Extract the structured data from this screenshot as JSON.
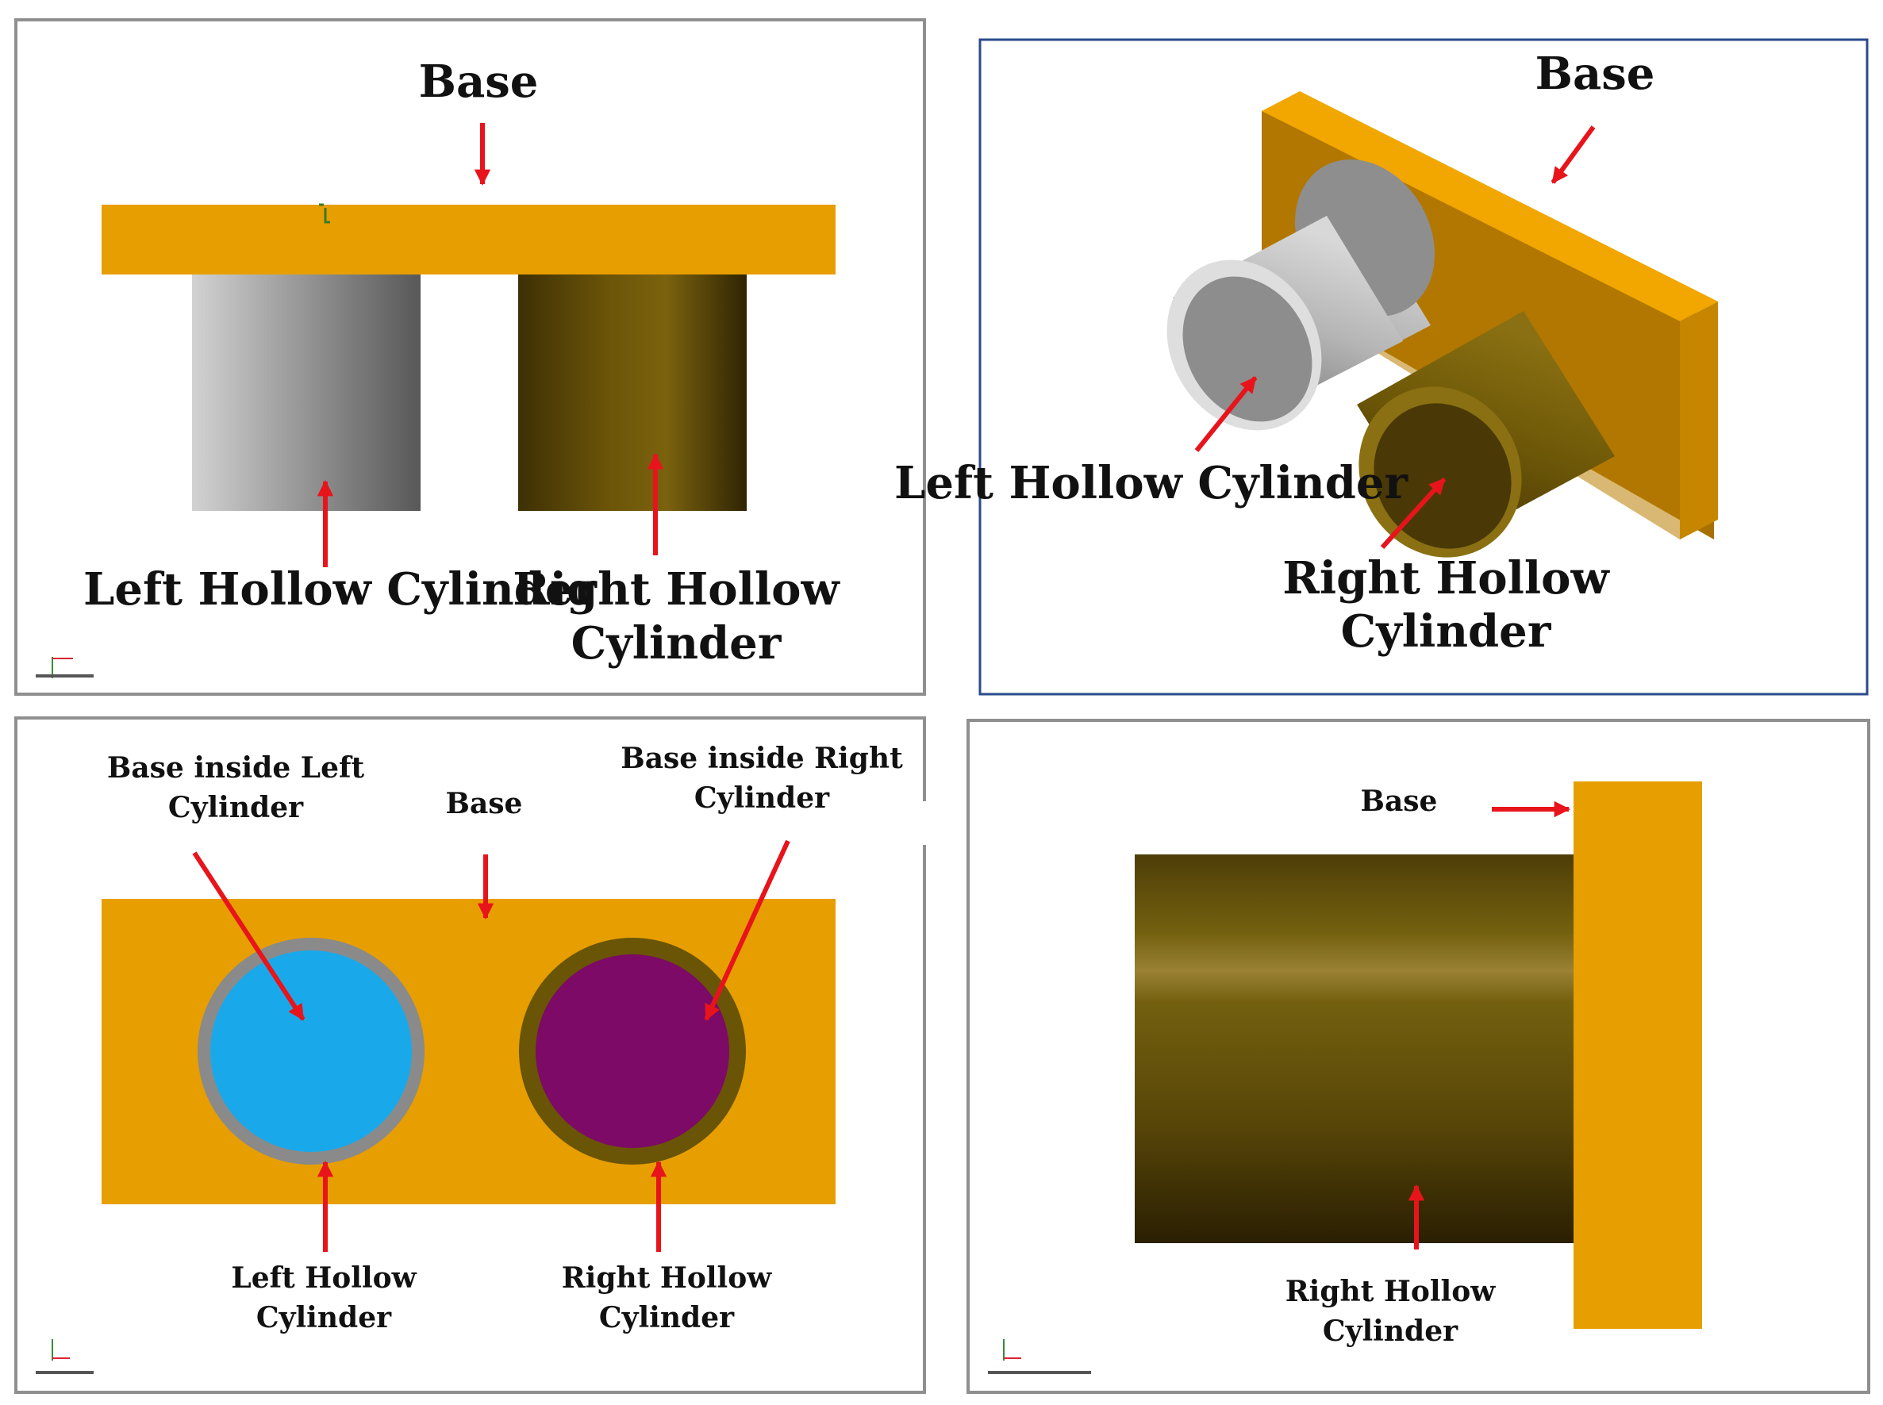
{
  "colors": {
    "base": "#e79e00",
    "arrow": "#e8141b",
    "left_cylinder": "#9a9a9a",
    "right_cylinder": "#6a5406",
    "base_inside_left": "#19a9ea",
    "base_inside_right": "#7c0a66",
    "panel_border": "#8f8f8f",
    "panel_border_blue": "#2a4a8a"
  },
  "panels": {
    "front": {
      "base": "Base",
      "left_cyl": "Left Hollow Cylinder",
      "right_cyl_line1": "Right Hollow",
      "right_cyl_line2": "Cylinder"
    },
    "iso": {
      "base": "Base",
      "left_cyl": "Left Hollow Cylinder",
      "right_cyl_line1": "Right Hollow",
      "right_cyl_line2": "Cylinder"
    },
    "bottom": {
      "base_in_left_line1": "Base inside Left",
      "base_in_left_line2": "Cylinder",
      "base": "Base",
      "base_in_right_line1": "Base inside Right",
      "base_in_right_line2": "Cylinder",
      "left_cyl_line1": "Left Hollow",
      "left_cyl_line2": "Cylinder",
      "right_cyl_line1": "Right Hollow",
      "right_cyl_line2": "Cylinder"
    },
    "side": {
      "base": "Base",
      "right_cyl_line1": "Right Hollow",
      "right_cyl_line2": "Cylinder"
    }
  }
}
